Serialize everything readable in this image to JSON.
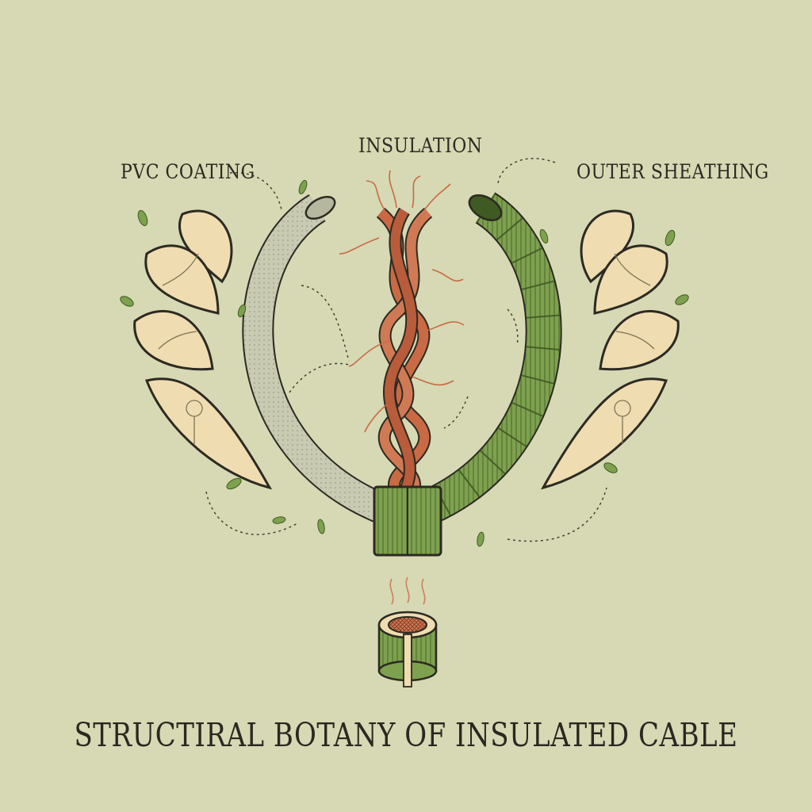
{
  "labels": {
    "pvc": "PVC COATING",
    "insulation": "INSULATION",
    "outer": "OUTER SHEATHING"
  },
  "title": "STRUCTIRAL BOTANY OF INSULATED CABLE",
  "colors": {
    "background": "#d6d9b3",
    "copper": "#c96a45",
    "green": "#7ea14f",
    "grey_tube": "#c9cab2",
    "petal": "#efdcb0",
    "ink": "#2c2a22"
  }
}
